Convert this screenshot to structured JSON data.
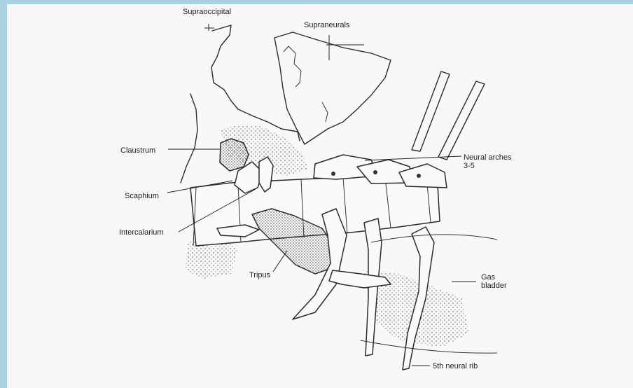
{
  "figure": {
    "labels": {
      "supraoccipital": "Supraoccipital",
      "supraneurals": "Supraneurals",
      "claustrum": "Claustrum",
      "scaphium": "Scaphium",
      "intercalarium": "Intercalarium",
      "tripus": "Tripus",
      "neural_arches": "Neural arches",
      "neural_arches_range": "3-5",
      "gas": "Gas",
      "bladder": "bladder",
      "fifth_neural_rib": "5th neural rib"
    },
    "colors": {
      "frame_border": "#a9d3e0",
      "paper": "#f9f8f6",
      "ink": "#2b2b2b"
    }
  }
}
